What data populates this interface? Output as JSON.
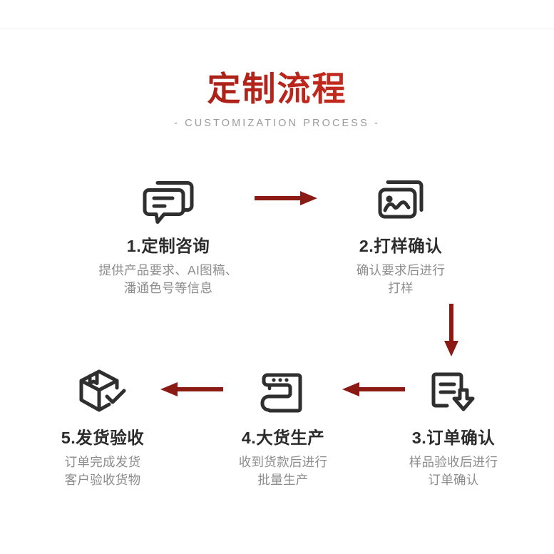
{
  "header": {
    "title": "定制流程",
    "subtitle": "- CUSTOMIZATION PROCESS -",
    "title_color_start": "#8e1a14",
    "title_color_end": "#d4342a",
    "subtitle_color": "#9a9a9a"
  },
  "theme": {
    "background": "#ffffff",
    "icon_color": "#2f2f2f",
    "arrow_color": "#8b1a14",
    "step_title_color": "#2c2c2c",
    "step_desc_color": "#8c8c8c",
    "divider_color": "#ededed"
  },
  "steps": [
    {
      "number": "1",
      "title": "1.定制咨询",
      "desc_lines": [
        "提供产品要求、AI图稿、",
        "潘通色号等信息"
      ],
      "icon": "chat-bubbles-icon"
    },
    {
      "number": "2",
      "title": "2.打样确认",
      "desc_lines": [
        "确认要求后进行",
        "打样"
      ],
      "icon": "image-stack-icon"
    },
    {
      "number": "3",
      "title": "3.订单确认",
      "desc_lines": [
        "样品验收后进行",
        "订单确认"
      ],
      "icon": "document-download-icon"
    },
    {
      "number": "4",
      "title": "4.大货生产",
      "desc_lines": [
        "收到货款后进行",
        "批量生产"
      ],
      "icon": "sewing-machine-icon"
    },
    {
      "number": "5",
      "title": "5.发货验收",
      "desc_lines": [
        "订单完成发货",
        "客户验收货物"
      ],
      "icon": "box-check-icon"
    }
  ],
  "arrows": [
    {
      "name": "arrow-step1-to-step2",
      "direction": "right"
    },
    {
      "name": "arrow-step2-to-step3",
      "direction": "down"
    },
    {
      "name": "arrow-step3-to-step4",
      "direction": "left"
    },
    {
      "name": "arrow-step4-to-step5",
      "direction": "left"
    }
  ]
}
